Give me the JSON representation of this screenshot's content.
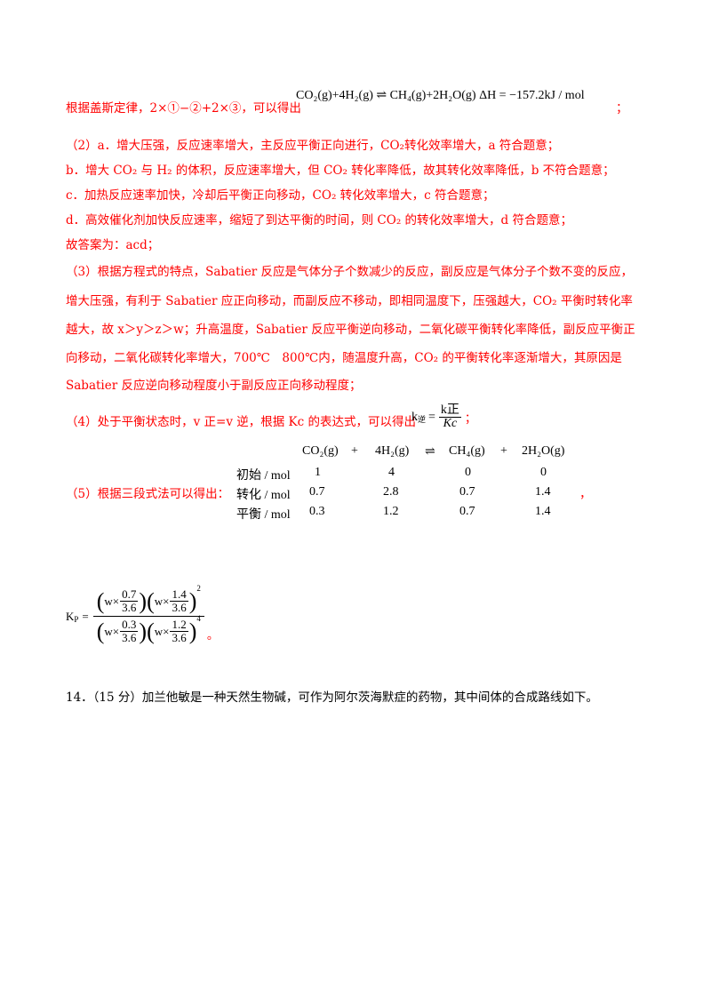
{
  "p1": {
    "text": "根据盖斯定律，2×①−②+2×③，可以得出",
    "eq": "CO₂(g)+4H₂(g) ⇌ CH₄(g)+2H₂O(g) ΔH = −157.2kJ / mol",
    "end": "；"
  },
  "p2": {
    "a": "（2）a．增大压强，反应速率增大，主反应平衡正向进行，CO₂转化效率增大，a 符合题意；",
    "b": "b．增大 CO₂ 与 H₂ 的体积，反应速率增大，但 CO₂ 转化率降低，故其转化效率降低，b 不符合题意；",
    "c": "c．加热反应速率加快，冷却后平衡正向移动，CO₂ 转化效率增大，c 符合题意；",
    "d": "d．高效催化剂加快反应速率，缩短了到达平衡的时间，则 CO₂ 的转化效率增大，d 符合题意；",
    "ans": "故答案为：acd；"
  },
  "p3": {
    "l1": "（3）根据方程式的特点，Sabatier 反应是气体分子个数减少的反应，副反应是气体分子个数不变的反应，",
    "l2": "增大压强，有利于 Sabatier 应正向移动，而副反应不移动，即相同温度下，压强越大，CO₂ 平衡时转化率",
    "l3": "越大，故 x＞y＞z＞w；升高温度，Sabatier 反应平衡逆向移动，二氧化碳平衡转化率降低，副反应平衡正",
    "l4": "向移动，二氧化碳转化率增大，700℃　800℃内，随温度升高，CO₂ 的平衡转化率逐渐增大，其原因是",
    "l5": "Sabatier 反应逆向移动程度小于副反应正向移动程度；"
  },
  "p4": {
    "text": "（4）处于平衡状态时，v 正=v 逆，根据 Kc 的表达式，可以得出",
    "k": "k",
    "knum": "k正",
    "kden": "Kc",
    "ksub": "逆",
    "end": "；"
  },
  "p5": {
    "text": "（5）根据三段式法可以得出：",
    "end": "，",
    "header": [
      "CO₂(g)",
      "+",
      "4H₂(g)",
      "⇌",
      "CH₄(g)",
      "+",
      "2H₂O(g)"
    ],
    "rows": [
      {
        "label": "初始 / mol",
        "vals": [
          "1",
          "4",
          "0",
          "0"
        ]
      },
      {
        "label": "转化 / mol",
        "vals": [
          "0.7",
          "2.8",
          "0.7",
          "1.4"
        ]
      },
      {
        "label": "平衡 / mol",
        "vals": [
          "0.3",
          "1.2",
          "0.7",
          "1.4"
        ]
      }
    ]
  },
  "kp": {
    "lhs": "K",
    "lhs_sub": "P",
    "eq": "=",
    "w": "w×",
    "n1": "0.7",
    "d1": "3.6",
    "n2": "1.4",
    "d2": "3.6",
    "n3": "0.3",
    "d3": "3.6",
    "n4": "1.2",
    "d4": "3.6",
    "pow_top": "2",
    "pow_bot": "4",
    "end": "。"
  },
  "q14": {
    "text": "14．（15 分）加兰他敏是一种天然生物碱，可作为阿尔茨海默症的药物，其中间体的合成路线如下。"
  }
}
